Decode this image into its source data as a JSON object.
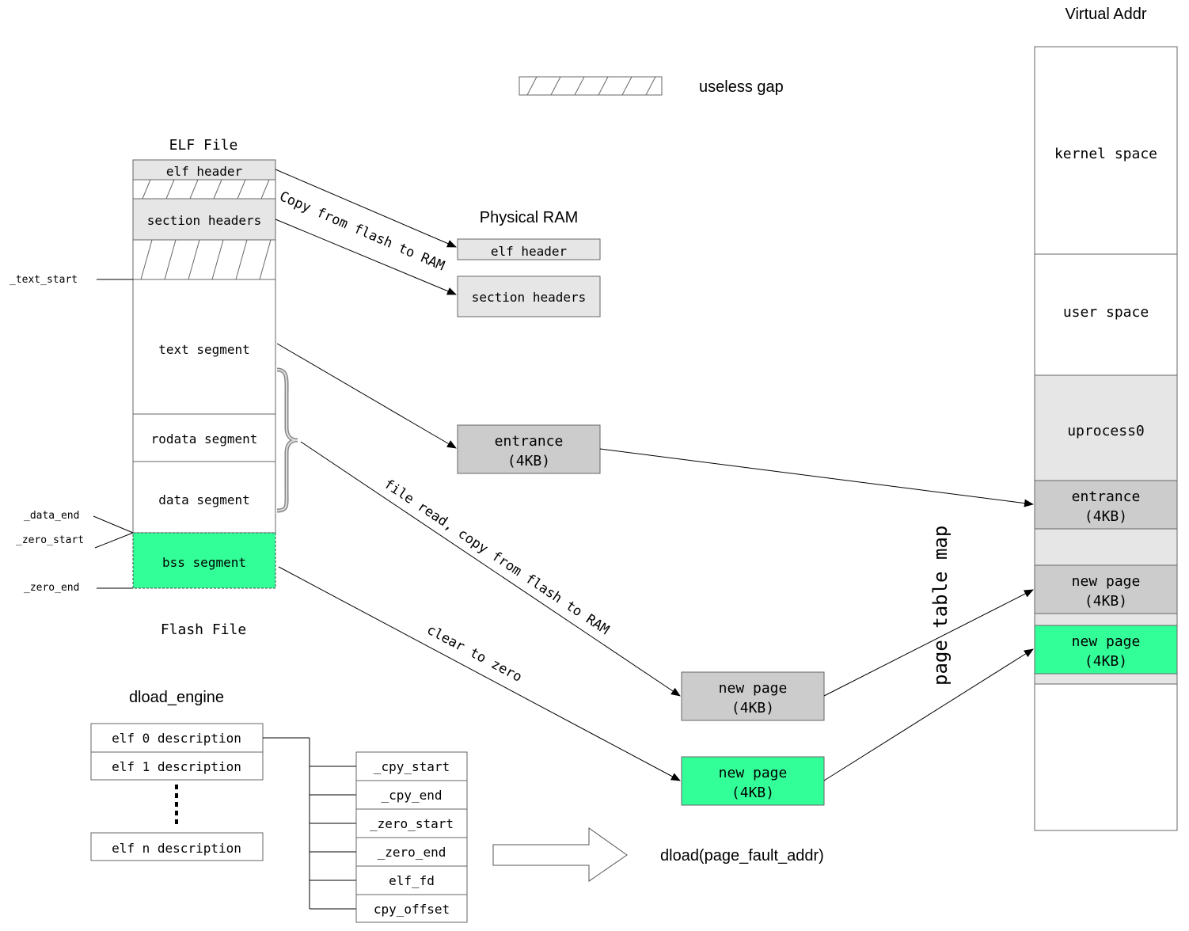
{
  "legend": {
    "gap_label": "useless gap"
  },
  "elf_file": {
    "title": "ELF File",
    "footer": "Flash File",
    "elf_header": "elf header",
    "section_headers": "section headers",
    "text_segment": "text segment",
    "rodata_segment": "rodata segment",
    "data_segment": "data segment",
    "bss_segment": "bss segment",
    "markers": {
      "text_start": "_text_start",
      "data_end": "_data_end",
      "zero_start": "_zero_start",
      "zero_end": "_zero_end"
    }
  },
  "physical_ram": {
    "title": "Physical RAM",
    "elf_header": "elf header",
    "section_headers": "section headers",
    "entrance": [
      "entrance",
      "(4KB)"
    ],
    "new_page_gray": [
      "new page",
      "(4KB)"
    ],
    "new_page_green": [
      "new page",
      "(4KB)"
    ]
  },
  "virtual_addr": {
    "title": "Virtual Addr",
    "kernel_space": "kernel space",
    "user_space": "user space",
    "uprocess0": "uprocess0",
    "entrance": [
      "entrance",
      "(4KB)"
    ],
    "new_page_gray": [
      "new page",
      "(4KB)"
    ],
    "new_page_green": [
      "new page",
      "(4KB)"
    ]
  },
  "arrows": {
    "copy_label": "Copy from flash to RAM",
    "file_read_label": "file read, copy from flash to RAM",
    "clear_label": "clear to zero",
    "page_table_label": "page table map"
  },
  "dload_engine": {
    "title": "dload_engine",
    "elf0": "elf 0 description",
    "elf1": "elf 1 description",
    "elfn": "elf n description",
    "fields": [
      "_cpy_start",
      "_cpy_end",
      "_zero_start",
      "_zero_end",
      "elf_fd",
      "cpy_offset"
    ],
    "call": "dload(page_fault_addr)"
  },
  "colors": {
    "gray_light": "#e6e6e6",
    "gray_mid": "#cccccc",
    "green": "#33ff99"
  }
}
